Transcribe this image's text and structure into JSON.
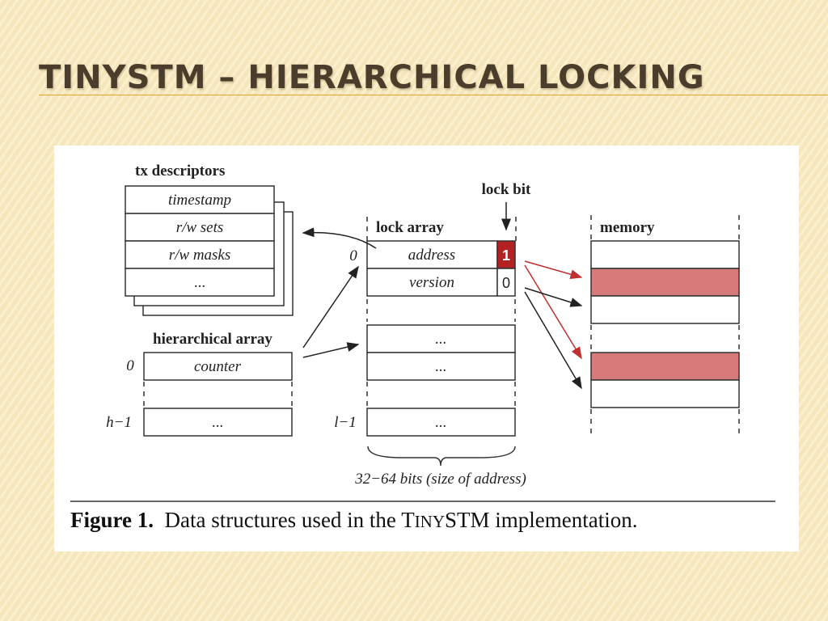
{
  "slide": {
    "title": "TINYSTM – HIERARCHICAL LOCKING"
  },
  "figure": {
    "tx_title": "tx descriptors",
    "tx_rows": [
      "timestamp",
      "r/w sets",
      "r/w masks",
      "..."
    ],
    "lock_bit_label": "lock bit",
    "lock_array_title": "lock array",
    "lock_rows": [
      "address",
      "version"
    ],
    "lock_bits": [
      "1",
      "0"
    ],
    "lock_rows_lower": [
      "...",
      "...",
      "..."
    ],
    "idx_zero_lock": "0",
    "idx_lock_last": "l−1",
    "memory_title": "memory",
    "hier_title": "hierarchical array",
    "hier_rows": [
      "counter",
      "..."
    ],
    "idx_zero_hier": "0",
    "idx_hier_last": "h−1",
    "brace_label": "32−64 bits (size of address)",
    "caption": {
      "prefix": "Figure 1.",
      "text_before": "Data structures used in the ",
      "name_first": "T",
      "name_small": "INY",
      "name_rest": "STM",
      "text_after": " implementation."
    },
    "colors": {
      "lock_set": "#b22222",
      "memory_locked": "#d67a7a",
      "pointer_red": "#c03030"
    }
  }
}
